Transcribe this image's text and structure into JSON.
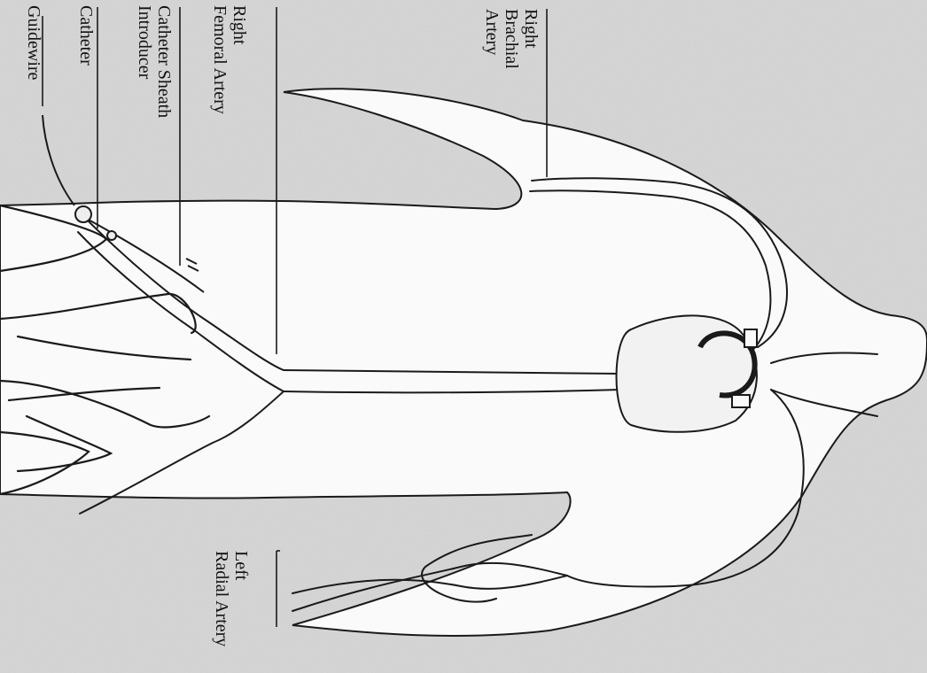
{
  "labels": {
    "guidewire": "Guidewire",
    "catheter": "Catheter",
    "catheter_sheath_introducer": "Catheter Sheath\nIntroducer",
    "right_femoral_artery": "Right\nFemoral Artery",
    "right_brachial_artery": "Right\nBrachial\nArtery",
    "left_radial_artery": "Left\nRadial Artery"
  },
  "colors": {
    "background": "#d9d9d9",
    "body_fill": "#fafafa",
    "line": "#1a1a1a"
  }
}
